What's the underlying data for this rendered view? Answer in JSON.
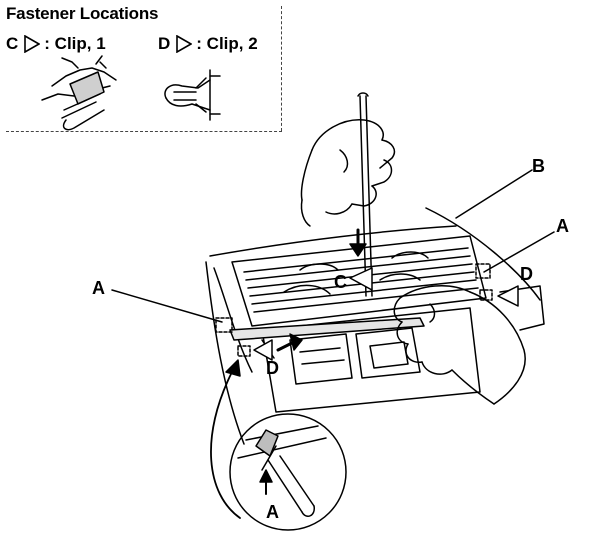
{
  "header": {
    "title": "Fastener Locations"
  },
  "legend": [
    {
      "letter": "C",
      "label": ": Clip, 1"
    },
    {
      "letter": "D",
      "label": ": Clip, 2"
    }
  ],
  "callouts": {
    "a_left": "A",
    "a_right": "A",
    "a_bottom": "A",
    "b": "B",
    "c": "C",
    "d_left": "D",
    "d_right": "D"
  }
}
